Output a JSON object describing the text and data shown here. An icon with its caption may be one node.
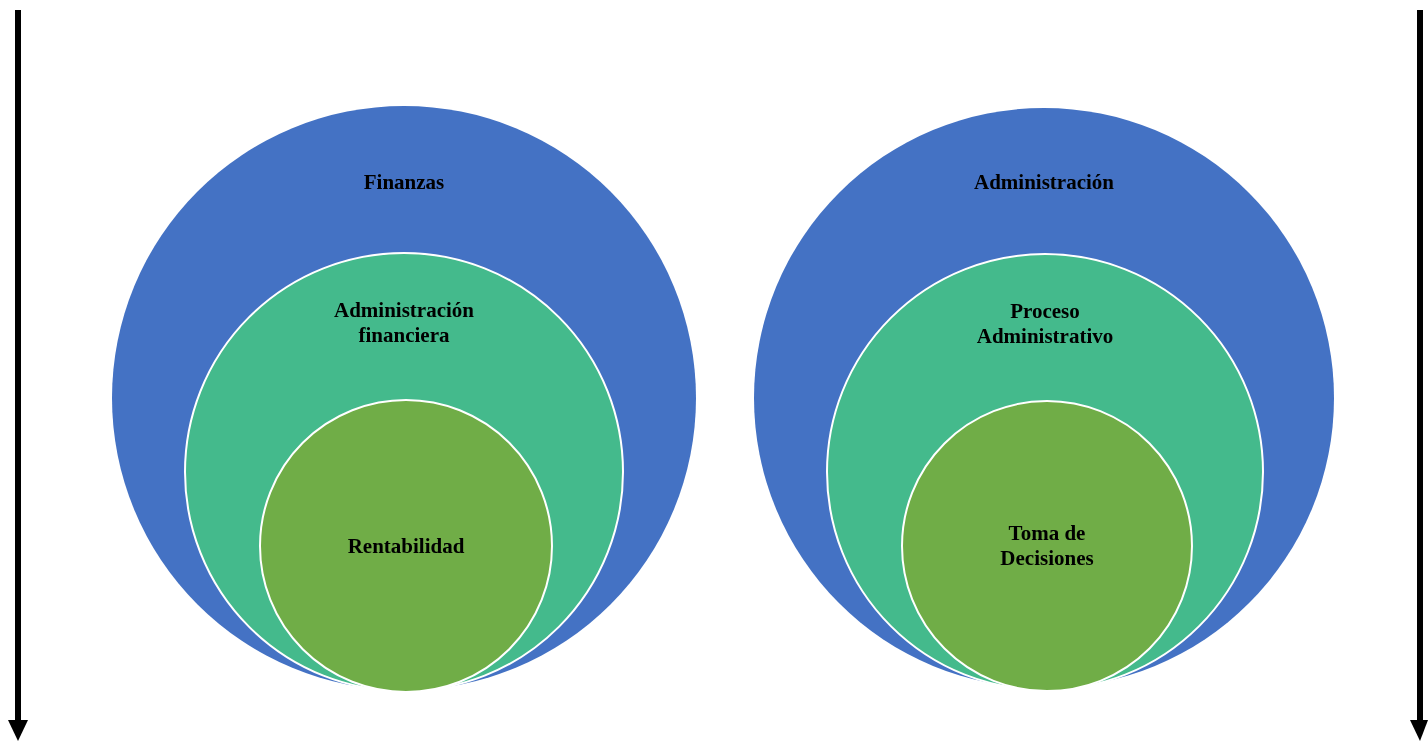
{
  "diagram": {
    "nodes": [
      {
        "text": [
          "Finanzas"
        ]
      },
      {
        "text": [
          "Administración financiera"
        ],
        "in": 0
      },
      {
        "text": [
          "Rentabilidad"
        ],
        "in": 1
      },
      {
        "text": [
          "Administración"
        ]
      },
      {
        "text": [
          "Proceso Administrativo"
        ],
        "in": 3
      },
      {
        "text": [
          "Toma de Decisiones"
        ],
        "in": 4
      }
    ]
  }
}
